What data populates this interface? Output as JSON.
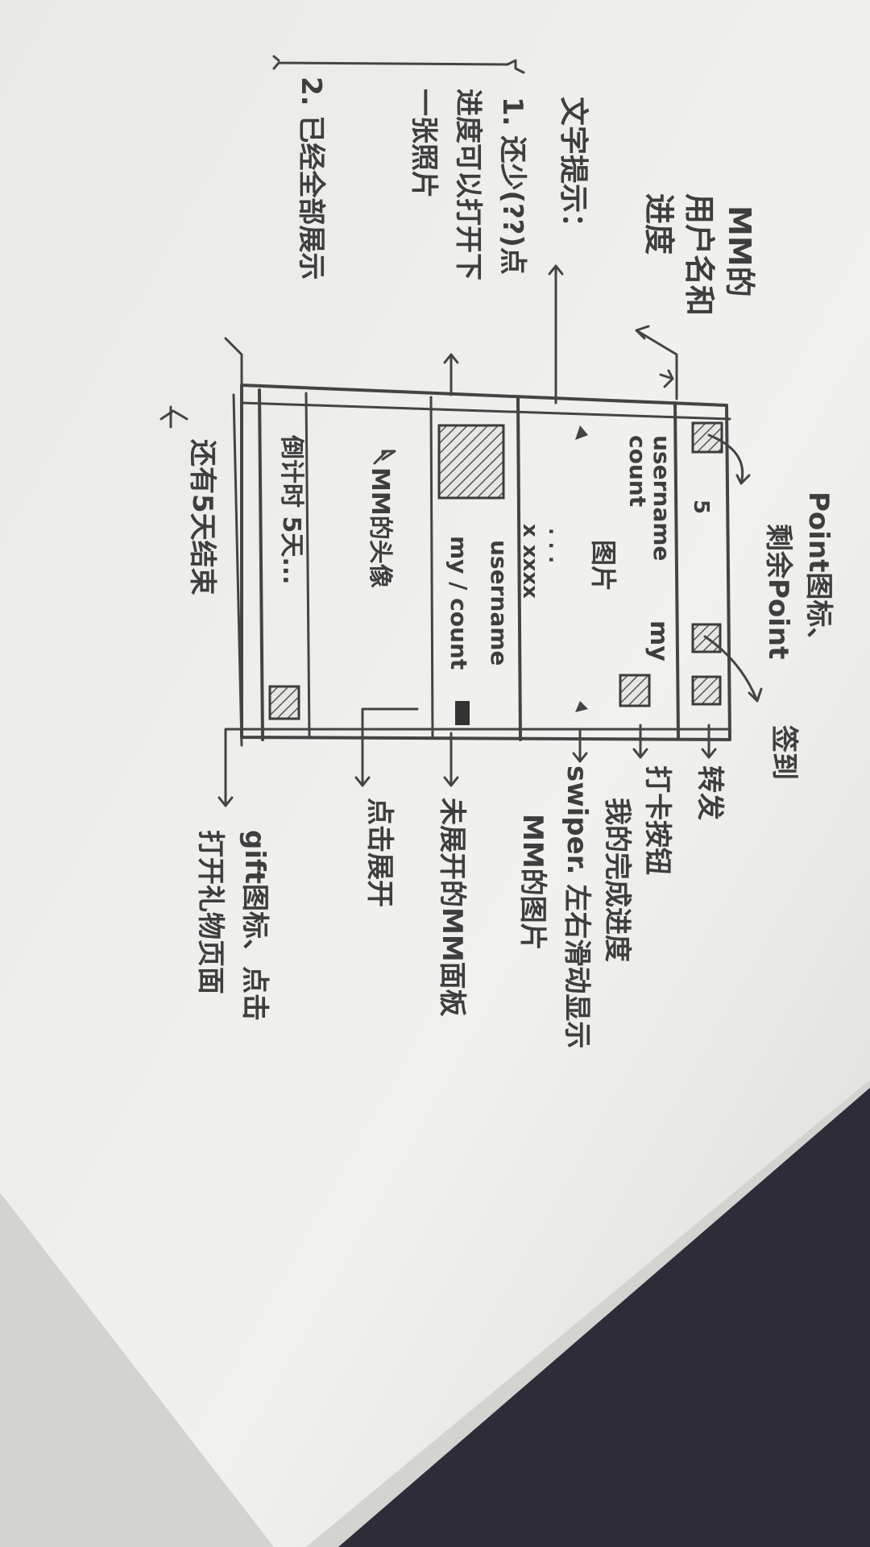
{
  "wireframe": {
    "top_bar": {
      "point_count": "5",
      "my_label": "my"
    },
    "user_section": {
      "username": "username",
      "count": "count",
      "image_label": "图片",
      "dots": "· · ·",
      "xs": "x xxxx"
    },
    "mm_card": {
      "username": "username",
      "my_count": "my / count"
    },
    "mm_avatar_label": "MM的头像",
    "countdown": "倒计时 5天..."
  },
  "annotations": {
    "mm_user_progress": [
      "MM的",
      "用户名和",
      "进度"
    ],
    "text_hint_title": "文字提示：",
    "hint_1_lines": [
      "1. 还少(??)点",
      "进度可以打开下",
      "一张照片"
    ],
    "hint_2": "2. 已经全部展示",
    "point_icon": "Point图标、",
    "remaining_point": "剩余Point",
    "sign_in": "签到",
    "forward": "转发",
    "dislike_button": [
      "打卡按钮",
      "我的完成进度"
    ],
    "swiper": [
      "swiper. 左右滑动显示",
      "MM的图片"
    ],
    "unexpanded_panel": "未展开的MM面板",
    "click_expand": "点击展开",
    "gift_icon": [
      "gift图标、点击",
      "打开礼物页面"
    ],
    "days_end": "还有5天结束"
  }
}
